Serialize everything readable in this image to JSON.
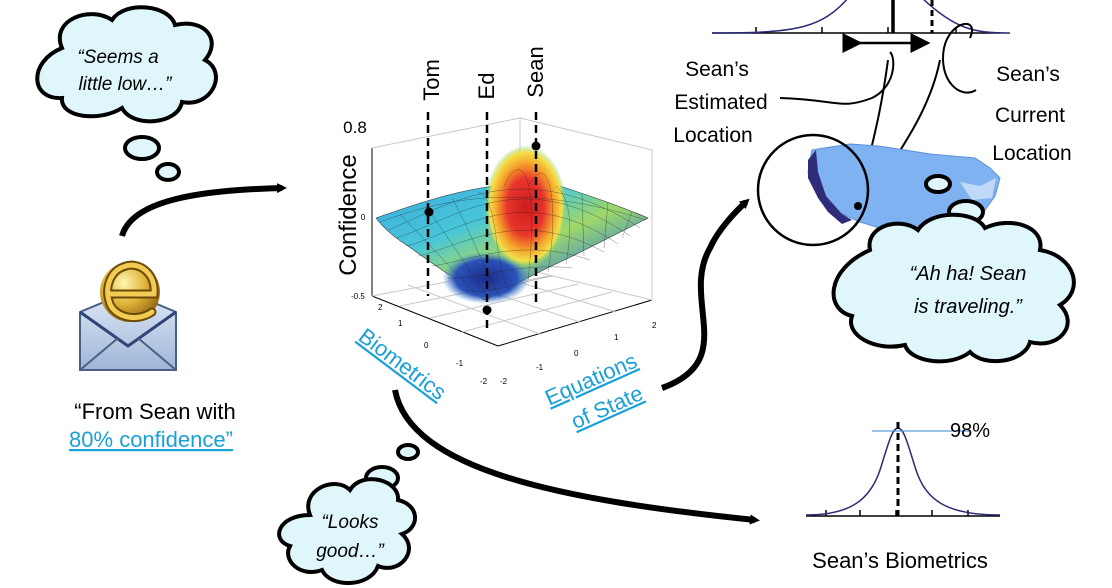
{
  "thoughts": {
    "low": [
      "“Seems a",
      "little low…”"
    ],
    "good": [
      "“Looks",
      "good…”"
    ],
    "traveling": [
      "“Ah ha! Sean",
      "is traveling.”"
    ]
  },
  "email": {
    "line1": "“From Sean with",
    "line2": "80% confidence”"
  },
  "surface": {
    "z_max_label": "0.8",
    "z_axis_label": "Confidence",
    "z_zero_label": "0",
    "z_min_label": "-0.5",
    "markers": [
      "Tom",
      "Ed",
      "Sean"
    ],
    "tick_labels_x": [
      "2",
      "1",
      "0",
      "-1",
      "-2"
    ],
    "tick_labels_y": [
      "-2",
      "-1",
      "0",
      "1",
      "2"
    ]
  },
  "links": {
    "biometrics": "Biometrics",
    "equations_line1": "Equations",
    "equations_line2": "of State"
  },
  "location": {
    "estimated": [
      "Sean’s",
      "Estimated",
      "Location"
    ],
    "current": [
      "Sean’s",
      "Current",
      "Location"
    ]
  },
  "biometric_plot": {
    "percent": "98%",
    "caption": "Sean’s Biometrics"
  },
  "colors": {
    "link": "#1aa0d8",
    "cloud_fill": "#dff6fb",
    "map_land": "#7fb2f0",
    "map_dark": "#2f2d7a",
    "curve": "#2b2a7a"
  }
}
